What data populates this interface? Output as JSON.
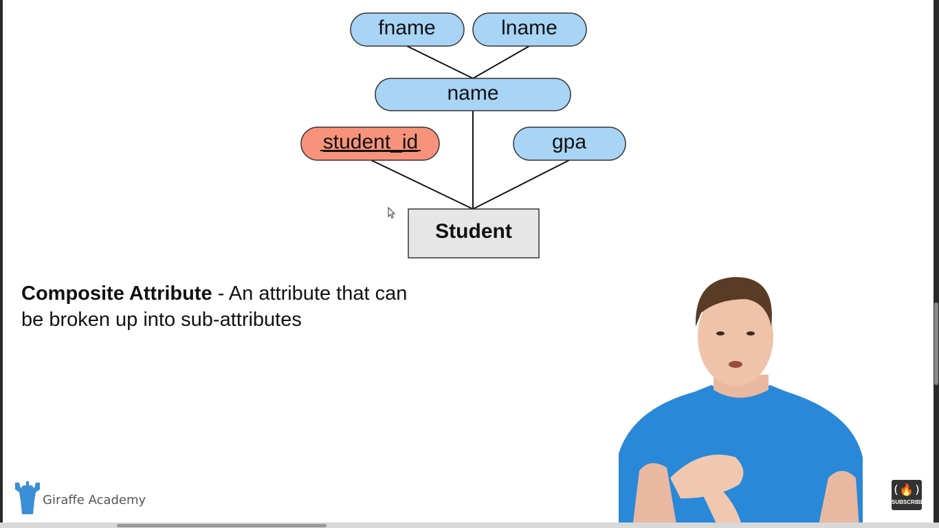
{
  "diagram": {
    "attributes": {
      "fname": "fname",
      "lname": "lname",
      "name": "name",
      "student_id": "student_id",
      "gpa": "gpa"
    },
    "entity": "Student"
  },
  "definition": {
    "term": "Composite Attribute",
    "description": " - An attribute that can be broken up into sub-attributes"
  },
  "branding": {
    "logo_text": "Giraffe Academy",
    "subscribe_symbol": "(🔥)",
    "subscribe_label": "SUBSCRIBE"
  },
  "colors": {
    "attribute_fill": "#a8d4f5",
    "key_attribute_fill": "#f6937a",
    "entity_fill": "#e6e6e6",
    "logo_blue": "#3a8fd6",
    "shirt_blue": "#2a88d8"
  }
}
